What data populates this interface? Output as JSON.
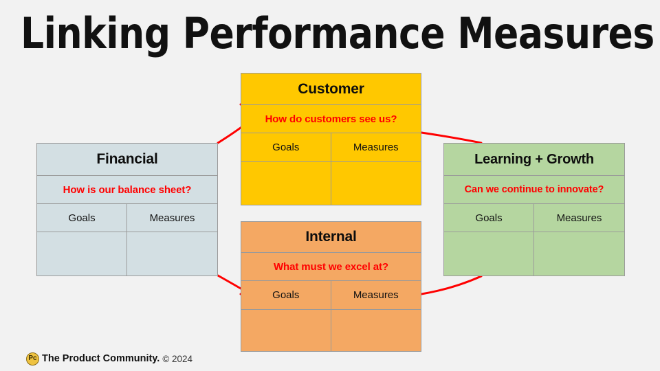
{
  "slide": {
    "title": "Linking Performance Measures",
    "background_color": "#F2F2F2",
    "connector_color": "#FF0000"
  },
  "cards": {
    "customer": {
      "name": "Customer",
      "question": "How do customers see us?",
      "goals_label": "Goals",
      "measures_label": "Measures",
      "goals_value": "",
      "measures_value": "",
      "color": "#FFC800"
    },
    "financial": {
      "name": "Financial",
      "question": "How is our balance sheet?",
      "goals_label": "Goals",
      "measures_label": "Measures",
      "goals_value": "",
      "measures_value": "",
      "color": "#D3DFE3"
    },
    "learning": {
      "name": "Learning + Growth",
      "question": "Can we continue to innovate?",
      "goals_label": "Goals",
      "measures_label": "Measures",
      "goals_value": "",
      "measures_value": "",
      "color": "#B5D6A0"
    },
    "internal": {
      "name": "Internal",
      "question": "What must we excel at?",
      "goals_label": "Goals",
      "measures_label": "Measures",
      "goals_value": "",
      "measures_value": "",
      "color": "#F4A863"
    }
  },
  "footer": {
    "logo_text": "Pc",
    "brand": "The Product Community.",
    "copyright": "© 2024"
  }
}
